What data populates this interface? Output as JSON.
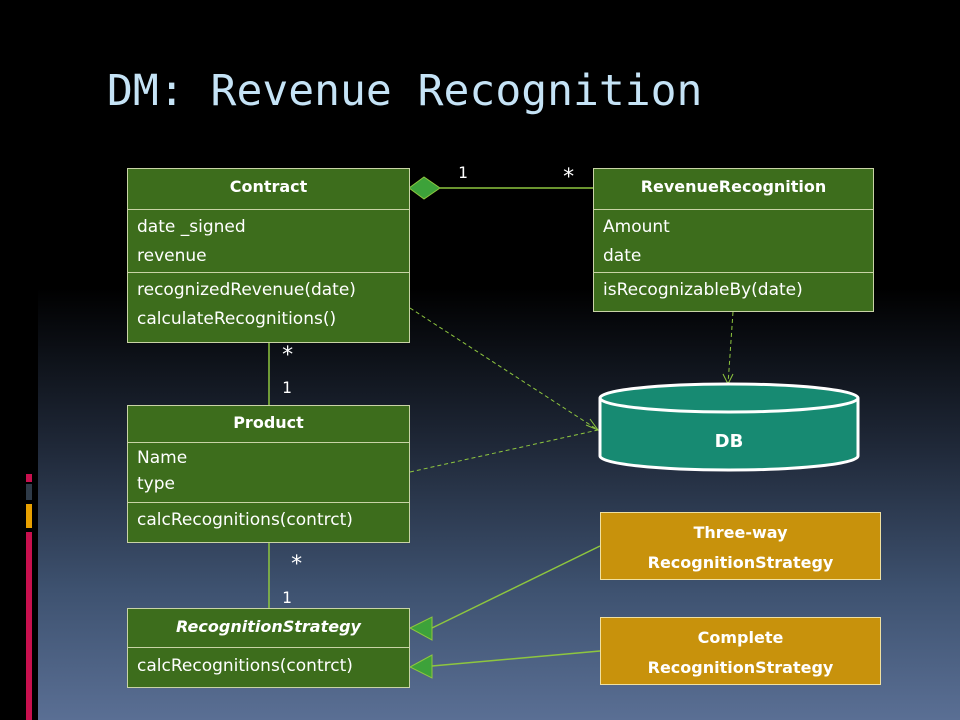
{
  "slide": {
    "title": "DM: Revenue Recognition"
  },
  "classes": {
    "contract": {
      "name": "Contract",
      "attributes": [
        "date _signed",
        "revenue"
      ],
      "operations": [
        "recognizedRevenue(date)",
        "calculateRecognitions()"
      ]
    },
    "revenue_recognition": {
      "name": "RevenueRecognition",
      "attributes": [
        "Amount",
        "date"
      ],
      "operations": [
        "isRecognizableBy(date)"
      ]
    },
    "product": {
      "name": "Product",
      "attributes": [
        "Name",
        "type"
      ],
      "operations": [
        "calcRecognitions(contrct)"
      ]
    },
    "recognition_strategy": {
      "name": "RecognitionStrategy",
      "operations": [
        "calcRecognitions(contrct)"
      ]
    },
    "three_way_strategy": {
      "lines": [
        "Three-way",
        "RecognitionStrategy"
      ]
    },
    "complete_strategy": {
      "lines": [
        "Complete",
        "RecognitionStrategy"
      ]
    }
  },
  "database": {
    "label": "DB"
  },
  "multiplicities": {
    "contract_rr_one": "1",
    "contract_rr_many": "*",
    "contract_product_many": "*",
    "contract_product_one": "1",
    "product_strategy_many": "*",
    "product_strategy_one": "1"
  },
  "colors": {
    "class_fill": "#3d6d1c",
    "class_border": "#c9d3a6",
    "strategy_fill": "#c8920c",
    "db_fill": "#178a72",
    "line": "#8ec63f",
    "title": "#c5e3f6",
    "deco_dark": "#2e3a48",
    "deco_red": "#c8104e",
    "deco_gold": "#e8a000"
  }
}
